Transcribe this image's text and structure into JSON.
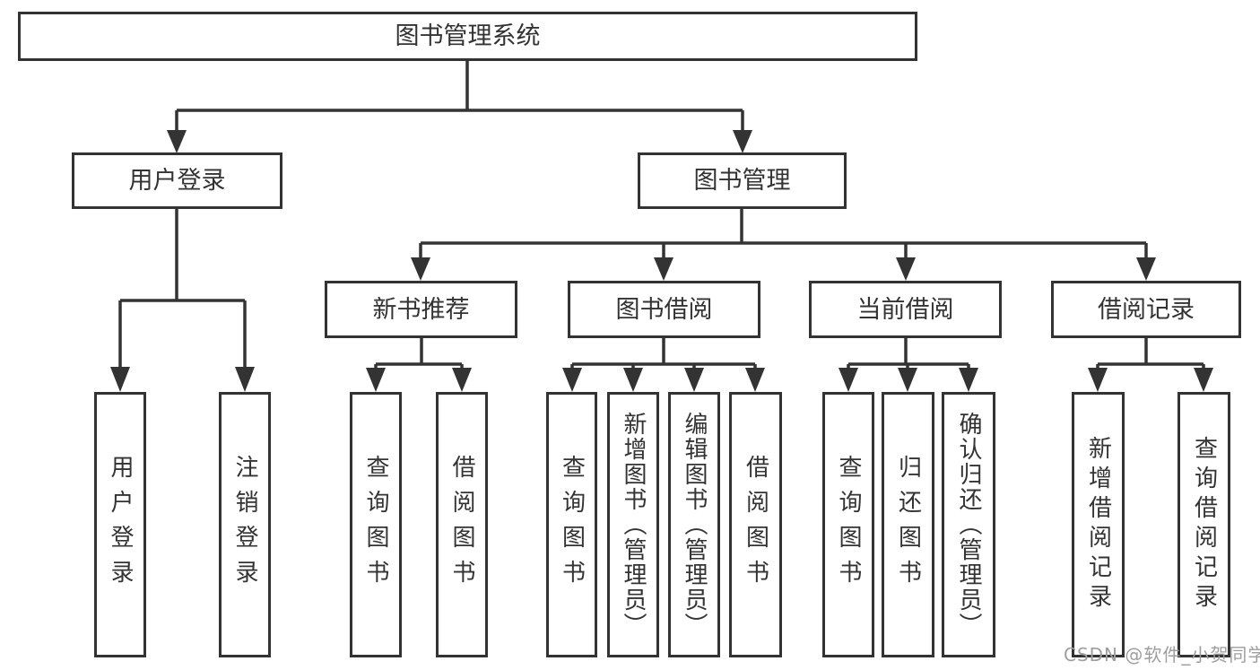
{
  "nodes": {
    "root": "图书管理系统",
    "user_login_branch": "用户登录",
    "book_mgmt_branch": "图书管理",
    "new_book_rec": "新书推荐",
    "book_borrowing": "图书借阅",
    "current_borrowing": "当前借阅",
    "borrowing_records": "借阅记录",
    "user_login_leaf": "用户登录",
    "logout_leaf": "注销登录",
    "query_books_rec": "查询图书",
    "borrow_books_rec": "借阅图书",
    "query_books_borrow": "查询图书",
    "add_books_admin": "新增图书（管理员）",
    "edit_books_admin": "编辑图书（管理员）",
    "borrow_books_borrow": "借阅图书",
    "query_books_current": "查询图书",
    "return_books": "归还图书",
    "confirm_return_admin": "确认归还（管理员）",
    "add_borrow_record": "新增借阅记录",
    "query_borrow_record": "查询借阅记录"
  },
  "watermark": "CSDN @软件_小贺同学",
  "colors": {
    "line": "#333333",
    "box_border": "#333333",
    "text": "#333333",
    "background": "#ffffff",
    "watermark": "#9e9e9e"
  }
}
